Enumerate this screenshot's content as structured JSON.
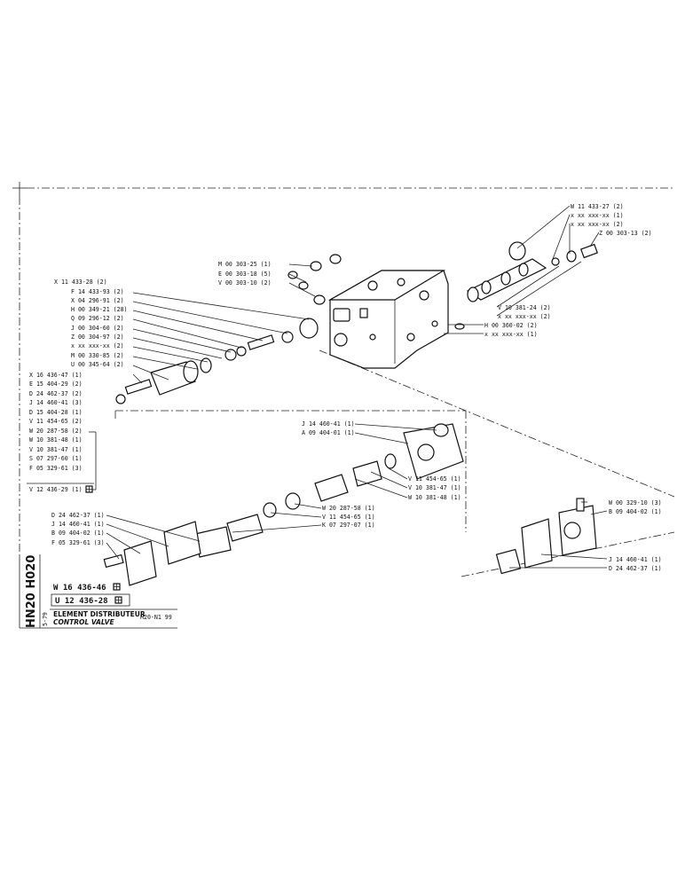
{
  "labels": {
    "top_right": [
      "W 11 433-27 (2)",
      "x xx xxx-xx (1)",
      "x xx xxx-xx (2)",
      "Z 00 303-13 (2)"
    ],
    "mid_right": [
      "V 10 381-24 (2)",
      "x xx xxx-xx (2)",
      "H 00 360-02 (2)",
      "x xx xxx-xx (1)"
    ],
    "top_center": [
      "M 00 303-25 (1)",
      "E 00 303-18 (5)",
      "V 00 303-10 (2)"
    ],
    "left_column": [
      "X 11 433-28 (2)",
      "F 14 433-93 (2)",
      "X 04 296-91 (2)",
      "H 00 349-21 (28)",
      "Q 09 296-12 (2)",
      "J 00 304-60 (2)",
      "Z 00 304-97 (2)",
      "x xx xxx-xx (2)",
      "M 00 330-85 (2)",
      "U 00 345-64 (2)"
    ],
    "kit_list": [
      "X 16 436-47 (1)",
      "E 15 404-29 (2)",
      "D 24 462-37 (2)",
      "J 14 460-41 (3)",
      "D 15 404-28 (1)",
      "V 11 454-65 (2)",
      "W 20 287-58 (2)",
      "W 10 381-48 (1)",
      "V 10 381-47 (1)",
      "S 07 297-60 (1)",
      "F 05 329-61 (3)",
      "V 12 436-29 (1)"
    ],
    "center_upper": [
      "J 14 460-41 (1)",
      "A 09 404-01 (1)"
    ],
    "center_right": [
      "V 11 454-65 (1)",
      "V 10 381-47 (1)",
      "W 10 381-48 (1)"
    ],
    "center_lower": [
      "W 20 287-58 (1)",
      "V 11 454-65 (1)",
      "K 07 297-07 (1)"
    ],
    "bottom_left": [
      "D 24 462-37 (1)",
      "J 14 460-41 (1)",
      "B 09 404-02 (1)",
      "F 05 329-61 (3)"
    ],
    "bottom_right_top": [
      "W 00 329-10 (3)",
      "B 09 404-02 (1)"
    ],
    "bottom_right_low": [
      "J 14 460-41 (1)",
      "D 24 462-37 (1)"
    ]
  },
  "title_block": {
    "vertical_code": "HN20 H020",
    "assembly_ref": "W 16 436-46",
    "kit_ref": "U 12 436-28",
    "date": "5-79",
    "title_fr": "ELEMENT DISTRIBUTEUR",
    "title_en": "CONTROL VALVE",
    "model": "H20-N1 99"
  }
}
